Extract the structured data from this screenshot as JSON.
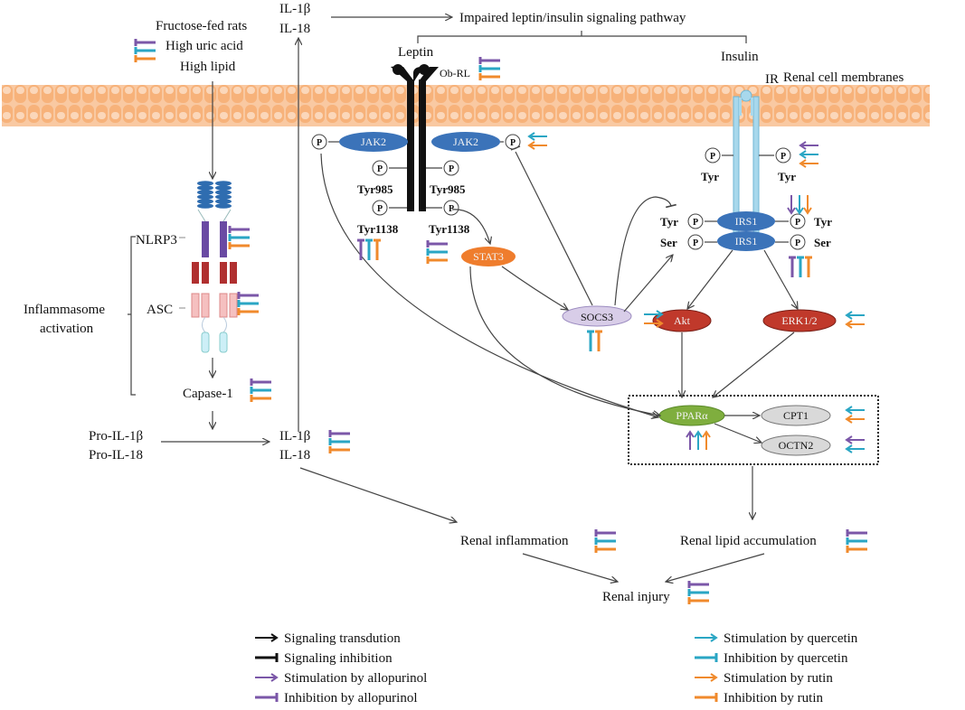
{
  "colors": {
    "allopurinol": "#7b57a8",
    "quercetin": "#2aa6c4",
    "rutin": "#f08a2c",
    "membrane": "#f7b583",
    "jak2": "#3b73b9",
    "stat3": "#ef7d2d",
    "socs3": "#d8cde8",
    "akt": "#c0392b",
    "ppar": "#7fae3e",
    "cpt": "#d9d9d9",
    "ir": "#a8d8ec"
  },
  "top": {
    "stimulus_title": "Fructose-fed rats",
    "stimulus_1": "High uric acid",
    "stimulus_2": "High lipid",
    "il1b_top": "IL-1β",
    "il18_top": "IL-18",
    "impaired": "Impaired leptin/insulin signaling pathway",
    "leptin": "Leptin",
    "obr": "Ob-RL",
    "insulin": "Insulin",
    "ir": "IR",
    "membrane": "Renal cell membranes"
  },
  "leptin_path": {
    "jak2_left": "JAK2",
    "jak2_right": "JAK2",
    "p": "P",
    "tyr985_left": "Tyr985",
    "tyr985_right": "Tyr985",
    "tyr1138_left": "Tyr1138",
    "tyr1138_right": "Tyr1138",
    "stat3": "STAT3",
    "socs3": "SOCS3"
  },
  "insulin_path": {
    "tyr_left": "Tyr",
    "tyr_right": "Tyr",
    "irs1_top": "IRS1",
    "irs1_bottom": "IRS1",
    "tyr_l2": "Tyr",
    "ser_l2": "Ser",
    "tyr_r2": "Tyr",
    "ser_r2": "Ser",
    "akt": "Akt",
    "erk": "ERK1/2"
  },
  "ppar_box": {
    "ppar": "PPARα",
    "cpt1": "CPT1",
    "octn2": "OCTN2"
  },
  "inflammasome": {
    "nlrp3": "NLRP3",
    "asc": "ASC",
    "group_label_1": "Inflammasome",
    "group_label_2": "activation",
    "caspase": "Capase-1",
    "pro_il1b": "Pro-IL-1β",
    "pro_il18": "Pro-IL-18",
    "il1b": "IL-1β",
    "il18": "IL-18"
  },
  "outcomes": {
    "inflammation": "Renal inflammation",
    "lipid": "Renal lipid accumulation",
    "injury": "Renal injury"
  },
  "legend": {
    "left": [
      {
        "label": "Signaling transdution",
        "type": "arrow",
        "color": "#111111"
      },
      {
        "label": "Signaling inhibition",
        "type": "inhibit",
        "color": "#111111"
      },
      {
        "label": "Stimulation by allopurinol",
        "type": "arrow",
        "color": "#7b57a8"
      },
      {
        "label": "Inhibition by allopurinol",
        "type": "inhibit",
        "color": "#7b57a8"
      }
    ],
    "right": [
      {
        "label": "Stimulation by quercetin",
        "type": "arrow",
        "color": "#2aa6c4"
      },
      {
        "label": "Inhibition by quercetin",
        "type": "inhibit",
        "color": "#2aa6c4"
      },
      {
        "label": "Stimulation by rutin",
        "type": "arrow",
        "color": "#f08a2c"
      },
      {
        "label": "Inhibition by rutin",
        "type": "inhibit",
        "color": "#f08a2c"
      }
    ]
  }
}
